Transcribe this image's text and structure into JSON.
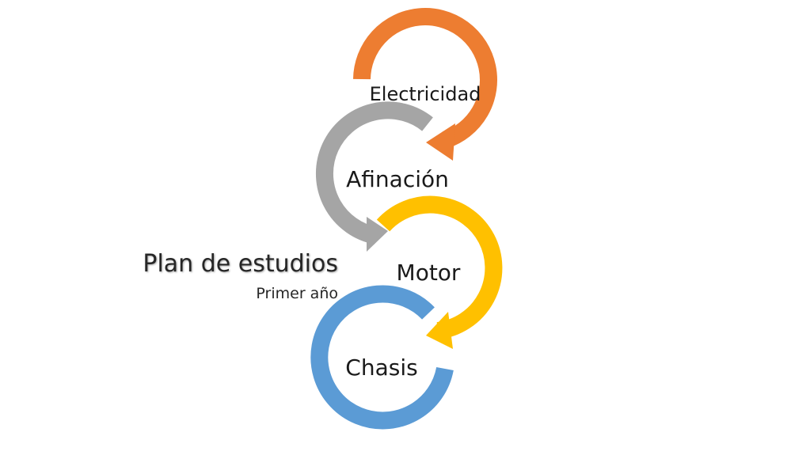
{
  "title": "Plan de estudios",
  "subtitle": "Primer año",
  "steps": [
    {
      "label": "Electricidad",
      "color": "#ED7D31"
    },
    {
      "label": "Afinación",
      "color": "#A5A5A5"
    },
    {
      "label": "Motor",
      "color": "#FFC000"
    },
    {
      "label": "Chasis",
      "color": "#5B9BD5"
    }
  ]
}
